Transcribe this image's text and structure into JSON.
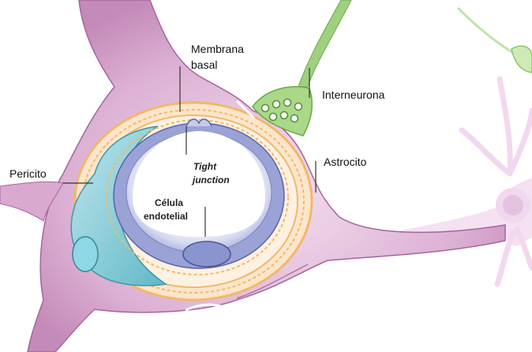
{
  "labels": {
    "membrana": "Membrana",
    "basal": "basal",
    "interneurona": "Interneurona",
    "astrocito": "Astrocito",
    "pericito": "Pericito",
    "tight": "Tight",
    "junction": "junction",
    "celula": "Célula",
    "endotelial": "endotelial"
  },
  "colors": {
    "astrocyte": "#d8a7cf",
    "astrocyte_dark": "#a5659a",
    "neuron_right": "#f0d7ee",
    "interneuron": "#9fd07f",
    "basal_membrane": "#f2b869",
    "pericyte": "#7fc8d4",
    "endothelium": "#9aa2d6",
    "endothelium_dark": "#5a64a8",
    "lumen": "#ffffff"
  }
}
